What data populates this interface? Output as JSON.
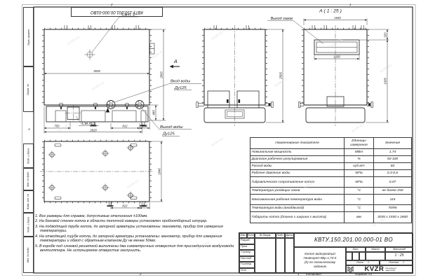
{
  "sheet": {
    "watermark": "KVZR.RU",
    "top_stamp": "КВТУ.150.201.00.000-01ВО",
    "zone_top_2": "2",
    "zone_top_1": "1",
    "zone_bottom_2": "2",
    "zone_bottom_1": "1",
    "zone_left_a": "А",
    "sidebar_labels": [
      "Перв. примен.",
      "Справ. №",
      "Подп. и дата",
      "Инв. № дубл.",
      "Взам. инв. №",
      "Подп. и дата",
      "Инв. № подл."
    ]
  },
  "views": {
    "front": {
      "note2_ref": "См.п. 2",
      "note5_ref": "См.п. 5",
      "section_arrow": "А",
      "inlet_label": "Вход воды",
      "inlet_dn": "Ду125",
      "outlet_label": "Выход воды",
      "outlet_dn": "Ду125",
      "dim_width": "3035",
      "dim_height": "2600",
      "dim_base": "465",
      "dim_750": "750",
      "dim_2820": "2820",
      "dim_812": "812",
      "dim_292": "292"
    },
    "plan": {
      "dim_1640": "1640",
      "dim_812": "812",
      "dim_293": "293"
    },
    "side": {
      "dim_2505": "2505"
    },
    "detail": {
      "title": "А ( 1 : 25 )",
      "gas_outlet": "Выход газов",
      "dim_1640": "1640",
      "dim_1200": "1200",
      "dim_320": "320",
      "dim_1935": "1935"
    }
  },
  "spec_table": {
    "headers": [
      "Наименование показателя",
      "Единицы измерения",
      "Значение"
    ],
    "rows": [
      [
        "Номинальная мощность",
        "МВт",
        "1,74"
      ],
      [
        "Диапазон рабочего регулирования",
        "%",
        "50-100"
      ],
      [
        "Расход воды",
        "куб.м/ч",
        "60"
      ],
      [
        "Рабочее давление воды",
        "МПа",
        "0,3-0,6"
      ],
      [
        "Гидравлическое сопротивление котла",
        "МПа",
        "0,07"
      ],
      [
        "Температура уходящих газов",
        "°С",
        "не более 250"
      ],
      [
        "Максимальная рабочая температура воды",
        "°С",
        "115"
      ],
      [
        "Температура воды (вход/выход)",
        "°С",
        "70/95"
      ],
      [
        "Габариты котла (длинна х ширина х высота)",
        "мм",
        "3035 х 1930 х 2600"
      ]
    ]
  },
  "notes": [
    "1. Все размеры для справок, допустимые отклонения ±100мм.",
    "2. На боковой стенке котла в области топочной камеры установлен пробоотборный штуцер.",
    "3. На подводящей трубе котла, до запорной арматуры установлены: манометр, прибор для измерения температуры.",
    "4. На отводящей трубе котла, до запорной арматуры установлены: манометр, прибор для измерения температуры и обвод с обратным клапаном Ду не менее 50мм.",
    "5. В коробе под слоевой решеткой выполнены два симметричных отверстия для присоединения воздуховода вентилятора. Не используемое отверстие заглушить."
  ],
  "title_block": {
    "designation": "КВТУ.150.201.00.000-01 ВО",
    "name_line_1": "Котел водогрейный",
    "name_line_2": "Heatexpert-КВр-1,74-К",
    "name_line_3": "(К) по техническому",
    "name_line_4": "заданию",
    "header_izm": "Изм.",
    "header_list": "Лист",
    "header_doc": "№ докум.",
    "header_podp": "Подп.",
    "header_data": "Дата",
    "rows": [
      "Разраб.",
      "Пров.",
      "Т.контр.",
      "Нач.отд.",
      "Н.контр.",
      "Утв."
    ],
    "lit": "Лит.",
    "mass": "Масса",
    "scale": "Масштаб",
    "scale_value": "1 : 25",
    "sheet_label": "Лист",
    "sheet_value": "1",
    "sheets_label": "Листов",
    "sheets_total": "1",
    "logo_text": "KVZR",
    "logo_cap_1": "Котельный",
    "logo_cap_2": "завод РЭП",
    "copied": "Копировал",
    "format": "Формат А3"
  }
}
